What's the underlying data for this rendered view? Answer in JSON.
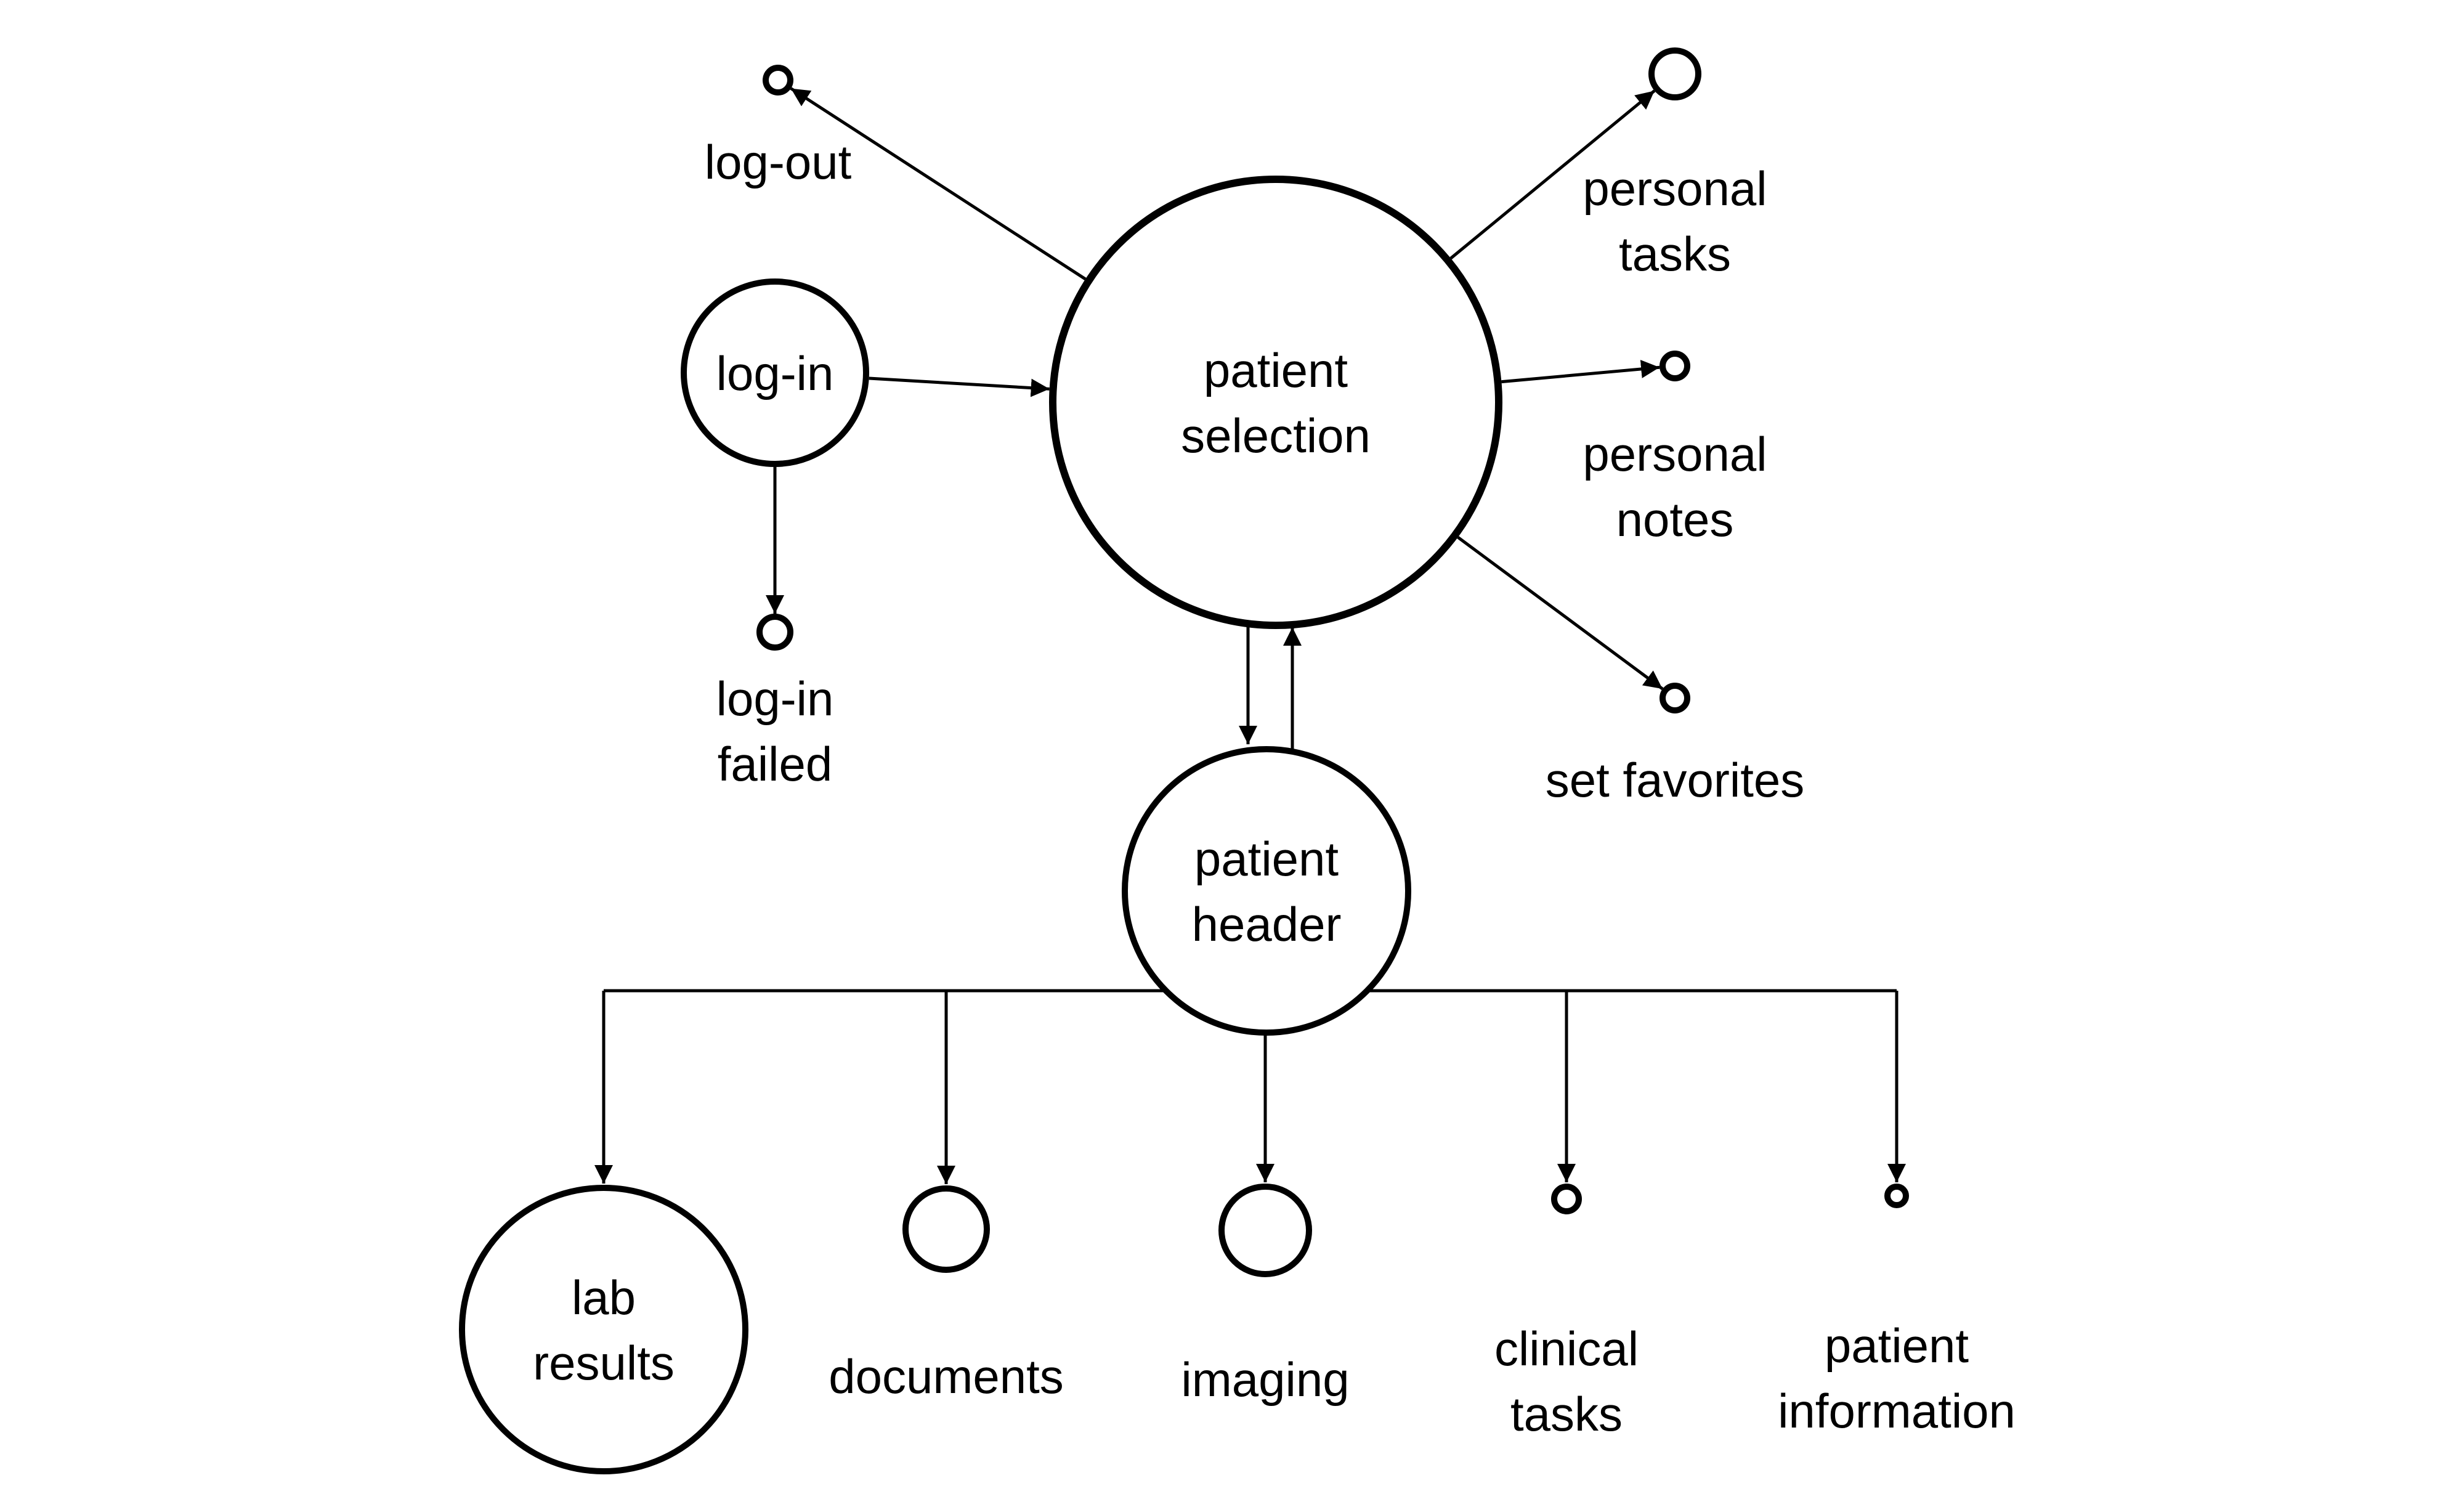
{
  "diagram": {
    "type": "navigation-flow",
    "colors": {
      "stroke": "#000000",
      "background": "#ffffff",
      "text": "#000000"
    },
    "nodes": [
      {
        "id": "patient_selection",
        "label_lines": [
          "patient",
          "selection"
        ],
        "label_position": "inside",
        "size": "large"
      },
      {
        "id": "log_in",
        "label_lines": [
          "log-in"
        ],
        "label_position": "inside",
        "size": "medium"
      },
      {
        "id": "log_out",
        "label_lines": [
          "log-out"
        ],
        "label_position": "below",
        "size": "tiny"
      },
      {
        "id": "log_in_failed",
        "label_lines": [
          "log-in",
          "failed"
        ],
        "label_position": "below",
        "size": "tiny"
      },
      {
        "id": "personal_tasks",
        "label_lines": [
          "personal",
          "tasks"
        ],
        "label_position": "below",
        "size": "small"
      },
      {
        "id": "personal_notes",
        "label_lines": [
          "personal",
          "notes"
        ],
        "label_position": "below",
        "size": "tiny"
      },
      {
        "id": "set_favorites",
        "label_lines": [
          "set favorites"
        ],
        "label_position": "below",
        "size": "tiny"
      },
      {
        "id": "patient_header",
        "label_lines": [
          "patient",
          "header"
        ],
        "label_position": "inside",
        "size": "medium-large"
      },
      {
        "id": "lab_results",
        "label_lines": [
          "lab",
          "results"
        ],
        "label_position": "inside",
        "size": "medium-large"
      },
      {
        "id": "documents",
        "label_lines": [
          "documents"
        ],
        "label_position": "below",
        "size": "small"
      },
      {
        "id": "imaging",
        "label_lines": [
          "imaging"
        ],
        "label_position": "below",
        "size": "small"
      },
      {
        "id": "clinical_tasks",
        "label_lines": [
          "clinical",
          "tasks"
        ],
        "label_position": "below",
        "size": "tiny"
      },
      {
        "id": "patient_information",
        "label_lines": [
          "patient",
          "information"
        ],
        "label_position": "below",
        "size": "tiny"
      }
    ],
    "edges": [
      {
        "from": "log_in",
        "to": "patient_selection"
      },
      {
        "from": "log_in",
        "to": "log_in_failed"
      },
      {
        "from": "patient_selection",
        "to": "log_out"
      },
      {
        "from": "patient_selection",
        "to": "personal_tasks"
      },
      {
        "from": "patient_selection",
        "to": "personal_notes"
      },
      {
        "from": "patient_selection",
        "to": "set_favorites"
      },
      {
        "from": "patient_selection",
        "to": "patient_header"
      },
      {
        "from": "patient_header",
        "to": "patient_selection"
      },
      {
        "from": "patient_header",
        "to": "lab_results"
      },
      {
        "from": "patient_header",
        "to": "documents"
      },
      {
        "from": "patient_header",
        "to": "imaging"
      },
      {
        "from": "patient_header",
        "to": "clinical_tasks"
      },
      {
        "from": "patient_header",
        "to": "patient_information"
      }
    ]
  }
}
